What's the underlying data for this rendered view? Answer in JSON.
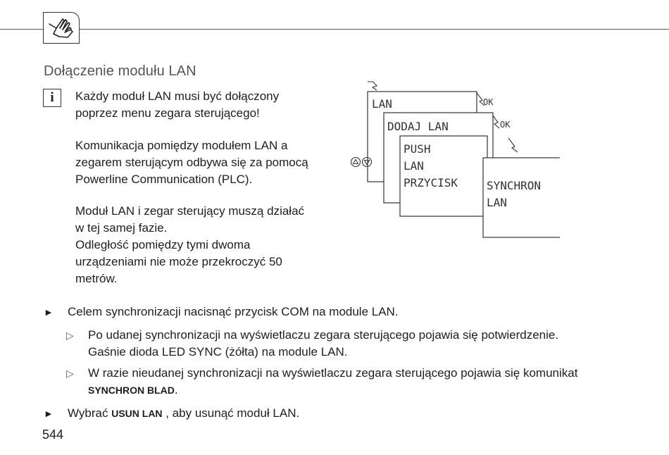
{
  "heading": "Dołączenie modułu LAN",
  "info": {
    "line1": "Każdy moduł LAN musi być dołączony",
    "line2": "poprzez menu zegara sterującego!"
  },
  "para2": {
    "line1": "Komunikacja pomiędzy modułem LAN a",
    "line2": "zegarem sterującym odbywa się za pomocą",
    "line3": "Powerline Communication (PLC)."
  },
  "para3": {
    "line1": "Moduł LAN i zegar sterujący muszą działać",
    "line2": "w tej samej fazie.",
    "line3": "Odległość pomiędzy tymi dwoma",
    "line4": "urządzeniami nie może przekroczyć 50",
    "line5": "metrów."
  },
  "diagram": {
    "screen1": "LAN",
    "screen2": "DODAJ LAN",
    "screen3_line1": "PUSH",
    "screen3_line2": "LAN",
    "screen3_line3": "PRZYCISK",
    "screen4_line1": "SYNCHRON",
    "screen4_line2": "LAN",
    "ok1": "OK",
    "ok2": "OK"
  },
  "steps": {
    "step1": "Celem synchronizacji nacisnąć przycisk COM na module LAN.",
    "result1_line1": "Po udanej synchronizacji na wyświetlaczu zegara sterującego pojawia się potwierdzenie.",
    "result1_line2": "Gaśnie dioda LED SYNC (żółta) na module LAN.",
    "result2_line1": "W razie nieudanej synchronizacji na wyświetlaczu zegara sterującego pojawia się komunikat",
    "result2_code": "SYNCHRON BLAD",
    "result2_end": ".",
    "step2_pre": "Wybrać ",
    "step2_code": "USUN LAN",
    "step2_post": " , aby usunąć moduł LAN."
  },
  "page_number": "544"
}
